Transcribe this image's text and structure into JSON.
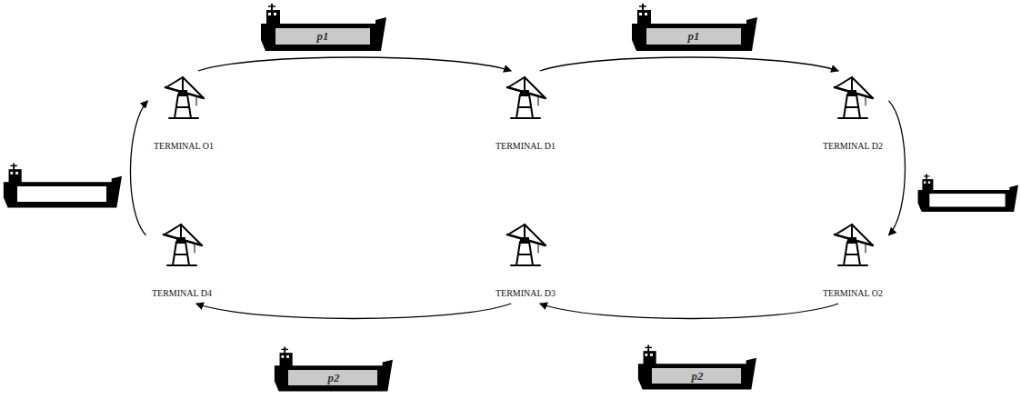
{
  "diagram": {
    "nodes": [
      {
        "text": [
          "TERMINAL O1"
        ]
      },
      {
        "text": [
          "TERMINAL D1"
        ]
      },
      {
        "text": [
          "TERMINAL D2"
        ]
      },
      {
        "text": [
          "TERMINAL D4"
        ]
      },
      {
        "text": [
          "TERMINAL D3"
        ]
      },
      {
        "text": [
          "TERMINAL O2"
        ]
      }
    ],
    "edges": [
      {
        "from": 0,
        "to": 1,
        "arrow": "to"
      },
      {
        "from": 1,
        "to": 2,
        "arrow": "to"
      },
      {
        "from": 2,
        "to": 5,
        "arrow": "to"
      },
      {
        "from": 5,
        "to": 4,
        "arrow": "to"
      },
      {
        "from": 4,
        "to": 3,
        "arrow": "to"
      },
      {
        "from": 3,
        "to": 0,
        "arrow": "to"
      }
    ],
    "labels": [
      "p1",
      "p1",
      "p2",
      "p2"
    ]
  }
}
